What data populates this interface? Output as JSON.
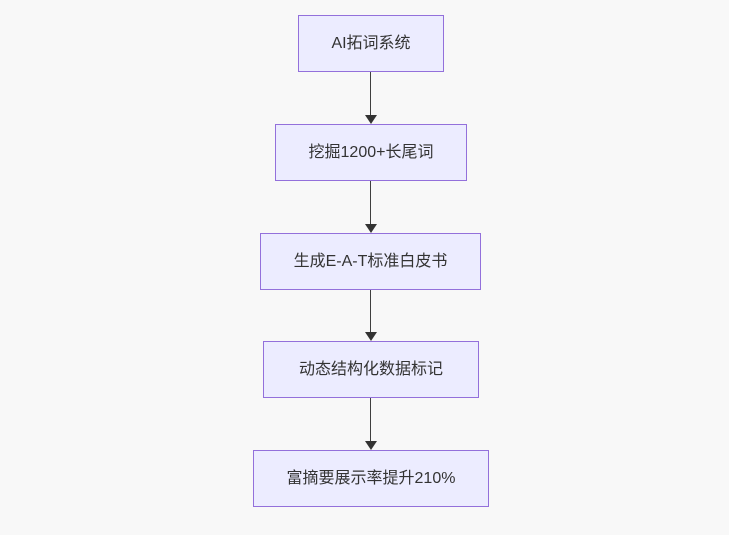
{
  "diagram": {
    "type": "flowchart",
    "direction": "top-down",
    "nodes": [
      {
        "id": 0,
        "label": "AI拓词系统"
      },
      {
        "id": 1,
        "label": "挖掘1200+长尾词"
      },
      {
        "id": 2,
        "label": "生成E-A-T标准白皮书"
      },
      {
        "id": 3,
        "label": "动态结构化数据标记"
      },
      {
        "id": 4,
        "label": "富摘要展示率提升210%"
      }
    ],
    "connections": [
      {
        "from": 0,
        "to": 1
      },
      {
        "from": 1,
        "to": 2
      },
      {
        "from": 2,
        "to": 3
      },
      {
        "from": 3,
        "to": 4
      }
    ],
    "colors": {
      "background": "#f8f8f8",
      "node_fill": "#ECECFF",
      "node_border": "#9370DB",
      "node_text": "#333333",
      "arrow": "#333333"
    }
  }
}
